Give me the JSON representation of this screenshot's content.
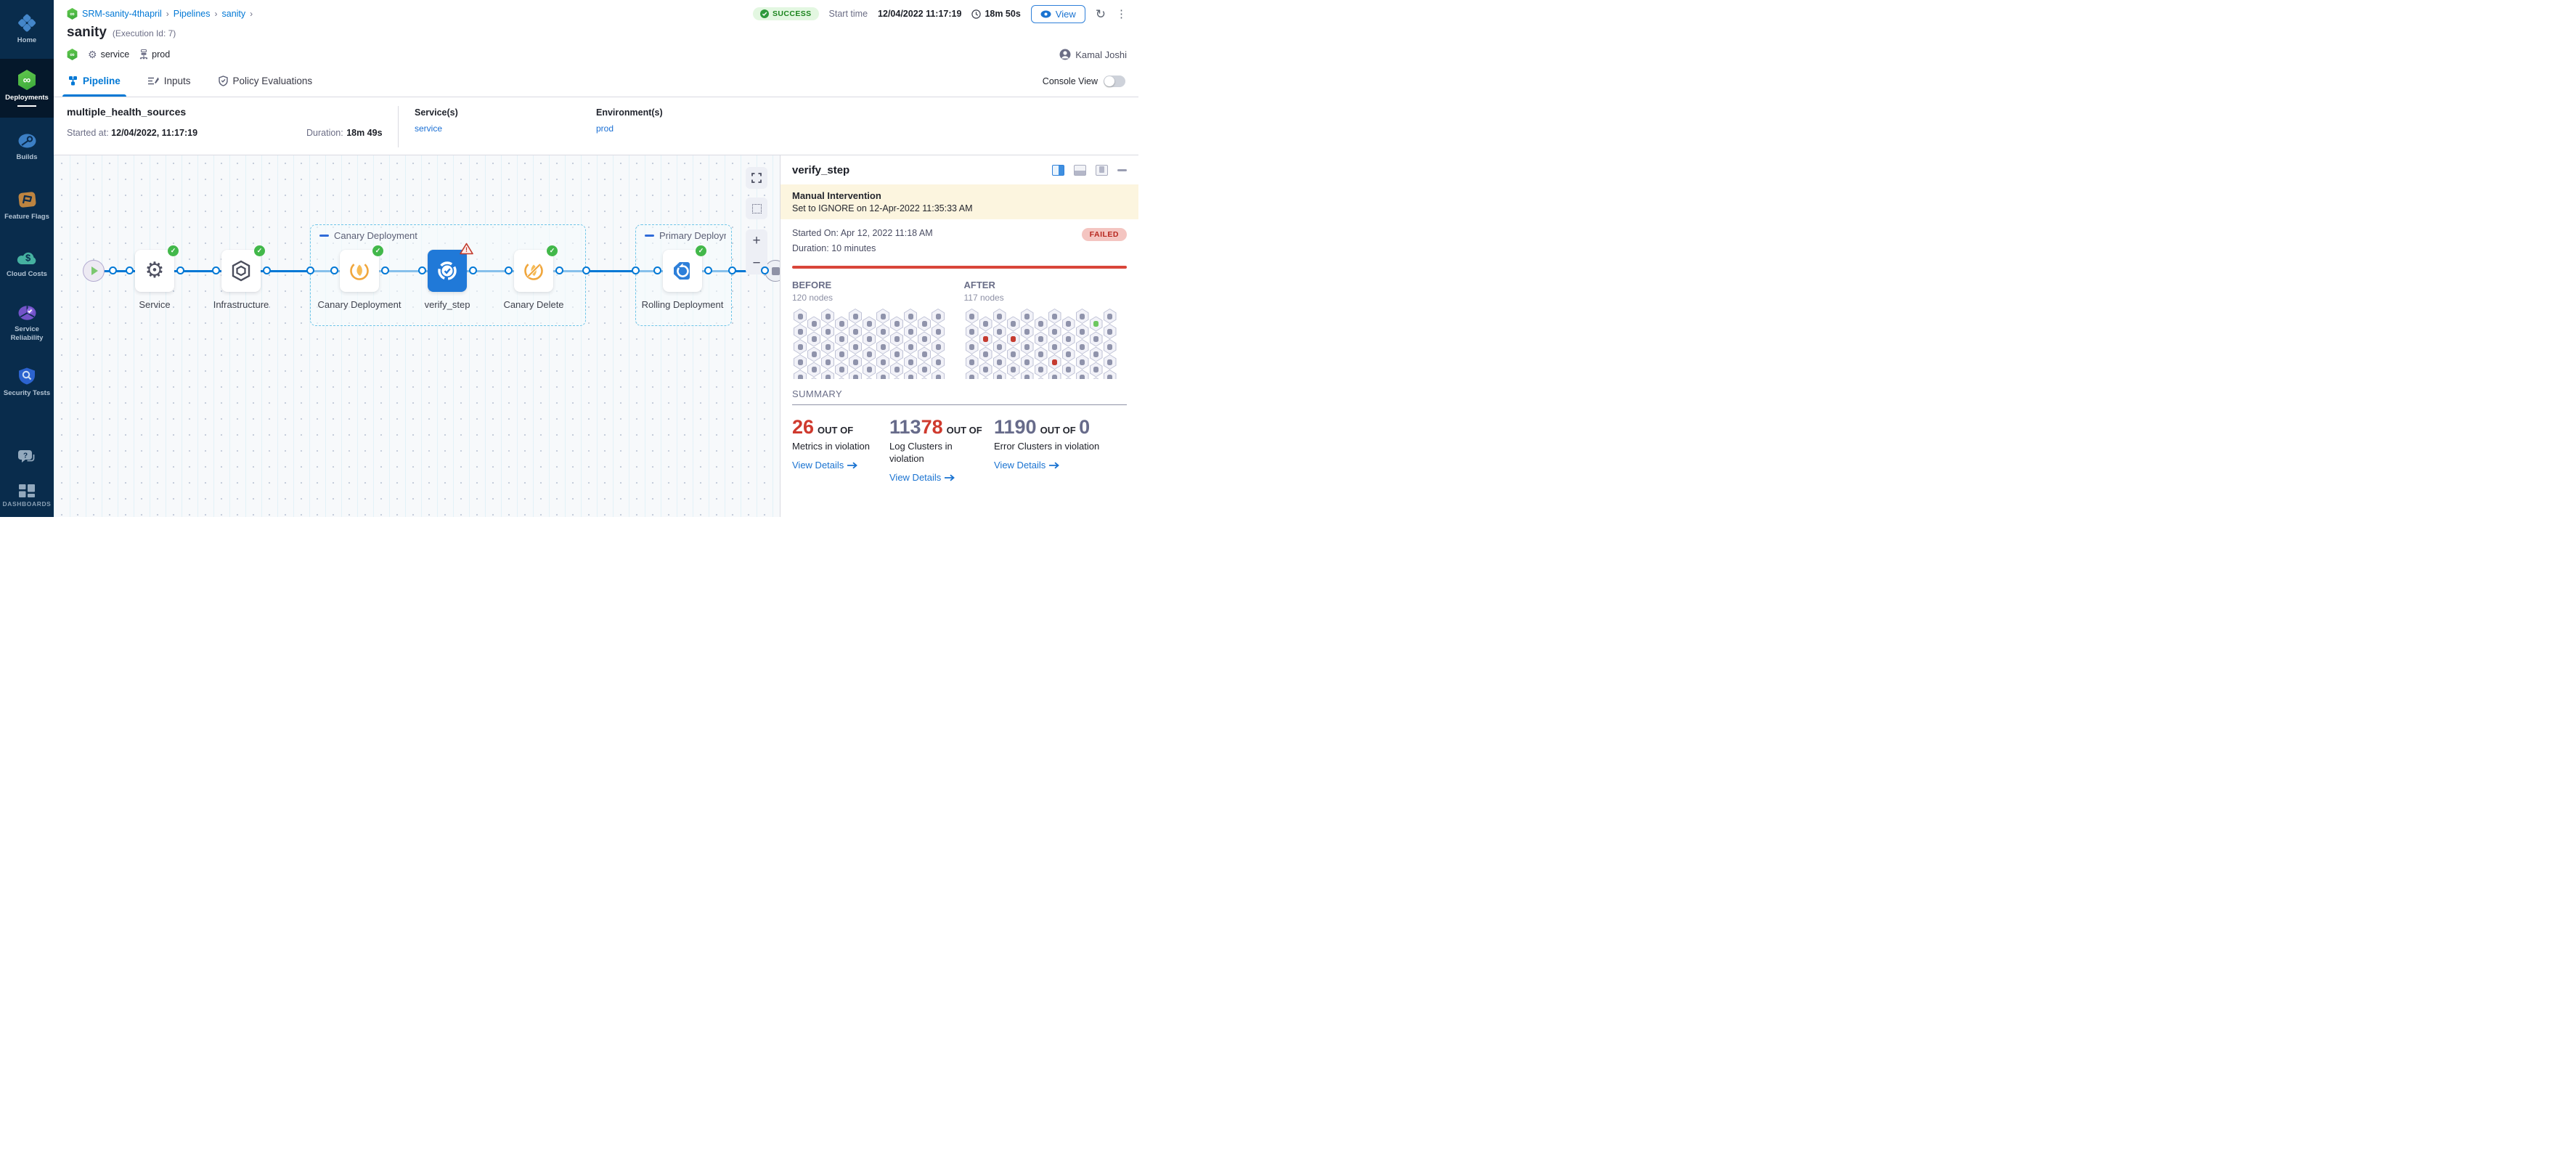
{
  "colors": {
    "accent": "#0278d5",
    "success_text": "#1b841d",
    "success_bg": "#e3f7e1",
    "failed_text": "#b7271f",
    "failed_bg": "#f4c5c1",
    "violation_red": "#cf3a2e",
    "sidebar_bg": "#092c4c",
    "selected_node": "#2079d8",
    "canary_orange": "#f0a63c",
    "check_green": "#42b84a"
  },
  "sidebar": {
    "items": [
      {
        "label": "Home"
      },
      {
        "label": "Deployments",
        "active": true
      },
      {
        "label": "Builds"
      },
      {
        "label": "Feature Flags"
      },
      {
        "label": "Cloud Costs"
      },
      {
        "label": "Service Reliability"
      },
      {
        "label": "Security Tests"
      }
    ],
    "dashboards_label": "DASHBOARDS"
  },
  "header": {
    "breadcrumbs": [
      "SRM-sanity-4thapril",
      "Pipelines",
      "sanity"
    ],
    "title": "sanity",
    "execution_id": "(Execution Id: 7)",
    "status": "SUCCESS",
    "start_time_label": "Start time",
    "start_time": "12/04/2022 11:17:19",
    "elapsed": "18m 50s",
    "view_button": "View",
    "service_tag": "service",
    "env_tag": "prod",
    "user": "Kamal Joshi"
  },
  "tabs": {
    "items": [
      {
        "label": "Pipeline"
      },
      {
        "label": "Inputs"
      },
      {
        "label": "Policy Evaluations"
      }
    ],
    "console_view_label": "Console View"
  },
  "stage": {
    "name": "multiple_health_sources",
    "started_label": "Started at:",
    "started": "12/04/2022, 11:17:19",
    "duration_label": "Duration:",
    "duration": "18m 49s",
    "services_label": "Service(s)",
    "service": "service",
    "environments_label": "Environment(s)",
    "environment": "prod"
  },
  "pipeline": {
    "groups": [
      {
        "label": "Canary Deployment"
      },
      {
        "label": "Primary Deployment"
      }
    ],
    "nodes": [
      {
        "label": "Service",
        "status": "success"
      },
      {
        "label": "Infrastructure",
        "status": "success"
      },
      {
        "label": "Canary Deployment",
        "status": "success"
      },
      {
        "label": "verify_step",
        "status": "warning",
        "selected": true
      },
      {
        "label": "Canary Delete",
        "status": "success"
      },
      {
        "label": "Rolling Deployment",
        "status": "success"
      }
    ]
  },
  "panel": {
    "title": "verify_step",
    "banner": {
      "title": "Manual Intervention",
      "text": "Set to IGNORE on 12-Apr-2022 11:35:33 AM"
    },
    "started": "Started On: Apr 12, 2022 11:18 AM",
    "duration": "Duration: 10 minutes",
    "status": "FAILED",
    "before": {
      "label": "BEFORE",
      "count": "120 nodes"
    },
    "after": {
      "label": "AFTER",
      "count": "117 nodes"
    },
    "grids": {
      "cols": 11,
      "rows": 5,
      "before_special": {},
      "after_special": {
        "9-0": "green",
        "1-1": "red",
        "3-1": "red",
        "6-3": "red"
      }
    },
    "summary_label": "SUMMARY",
    "metrics": [
      {
        "value": "26",
        "suffix": "OUT OF",
        "label": "Metrics in violation",
        "link": "View Details"
      },
      {
        "value": "113",
        "value2": "78",
        "suffix": "OUT OF",
        "label": "Log Clusters in violation",
        "link": "View Details"
      },
      {
        "value": "1190",
        "suffix": "OUT OF",
        "value2": "0",
        "label": "Error Clusters in violation",
        "link": "View Details"
      }
    ]
  }
}
